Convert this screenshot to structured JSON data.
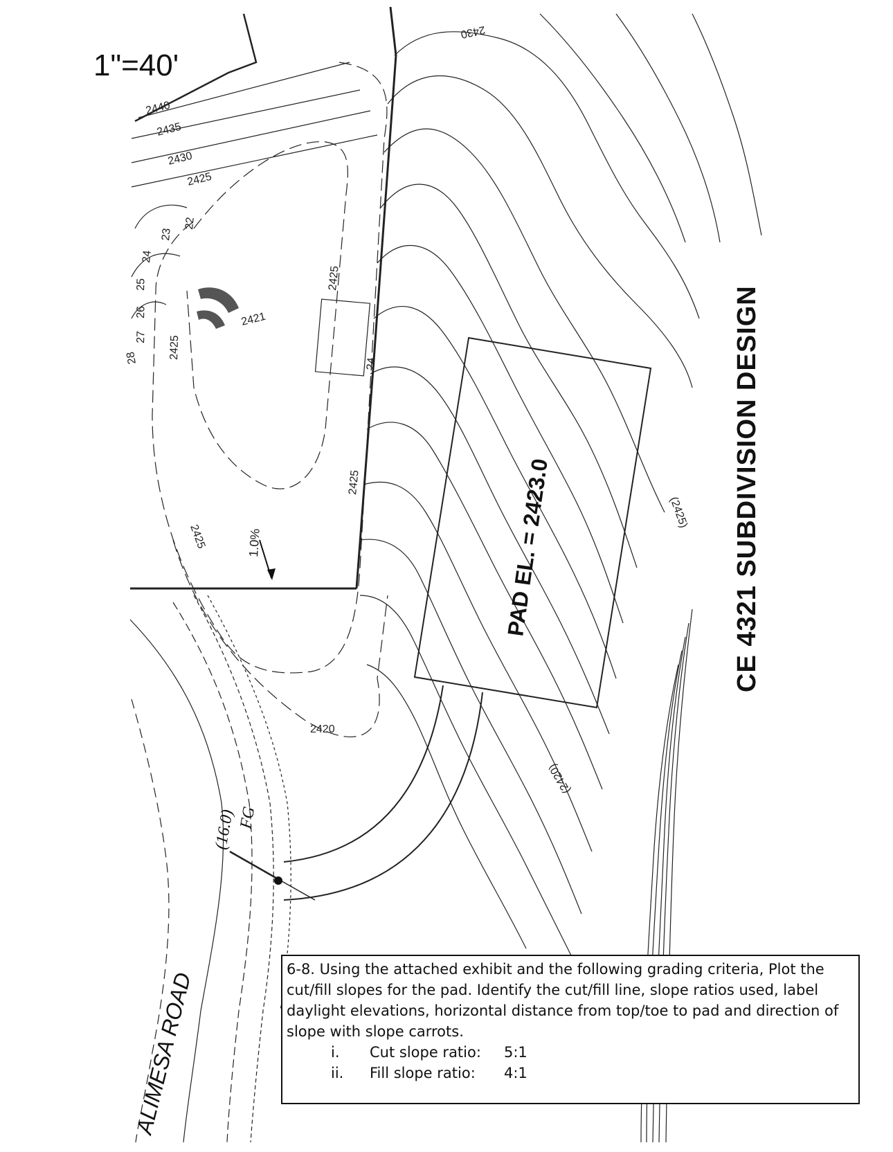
{
  "sheet": {
    "scale_label": "1\"=40'",
    "title": "CE 4321  SUBDIVISION DESIGN"
  },
  "plan": {
    "pad_label": "PAD EL. = 2423.0",
    "road_label": "ALIMESA ROAD",
    "slope_label": "1.0%",
    "finished_grade": {
      "value": "(16.0)",
      "note": "FG"
    },
    "contours": {
      "c2440": "2440",
      "c2435": "2435",
      "c2430": "2430",
      "c2425": "2425",
      "c2425_b": "2425",
      "c2425_c": "2425",
      "c2425_d": "2425",
      "c2425_e": "2425",
      "c2421": "2421",
      "c2420": "2420",
      "c2430_top": "2430",
      "c2425_existing": "(2425)",
      "c2420_existing": "(2420)",
      "c24": "24",
      "short_22": "22",
      "short_23": "23",
      "short_24": "24",
      "short_25": "25",
      "short_26": "26",
      "short_27": "27",
      "short_28": "28"
    }
  },
  "problem": {
    "text": "6-8. Using the attached exhibit and the following grading criteria, Plot the cut/fill slopes for the pad. Identify the cut/fill line, slope ratios used, label daylight elevations, horizontal distance from top/toe to pad and direction of slope with slope carrots.",
    "criteria": [
      {
        "num": "i.",
        "label": "Cut slope ratio:",
        "value": "5:1"
      },
      {
        "num": "ii.",
        "label": "Fill slope ratio:",
        "value": "4:1"
      }
    ]
  }
}
